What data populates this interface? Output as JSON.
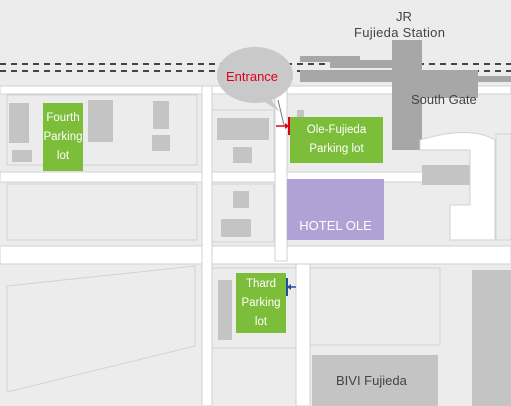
{
  "station": {
    "line1": "JR",
    "line2": "Fujieda Station"
  },
  "south_gate": "South Gate",
  "entrance": "Entrance",
  "hotel": "HOTEL OLE",
  "building": "BIVI Fujieda",
  "parking": {
    "fourth": "Fourth\nParking\nlot",
    "ole": "Ole-Fujieda\nParking lot",
    "thard": "Thard\nParking\nlot"
  },
  "colors": {
    "parking": "#7cbd3a",
    "hotel": "#b0a2d4",
    "entrance_marker": "#e0001b",
    "thard_marker": "#1f4fa0",
    "road": "#ffffff",
    "block": "#ececec",
    "building": "#c4c4c4"
  }
}
